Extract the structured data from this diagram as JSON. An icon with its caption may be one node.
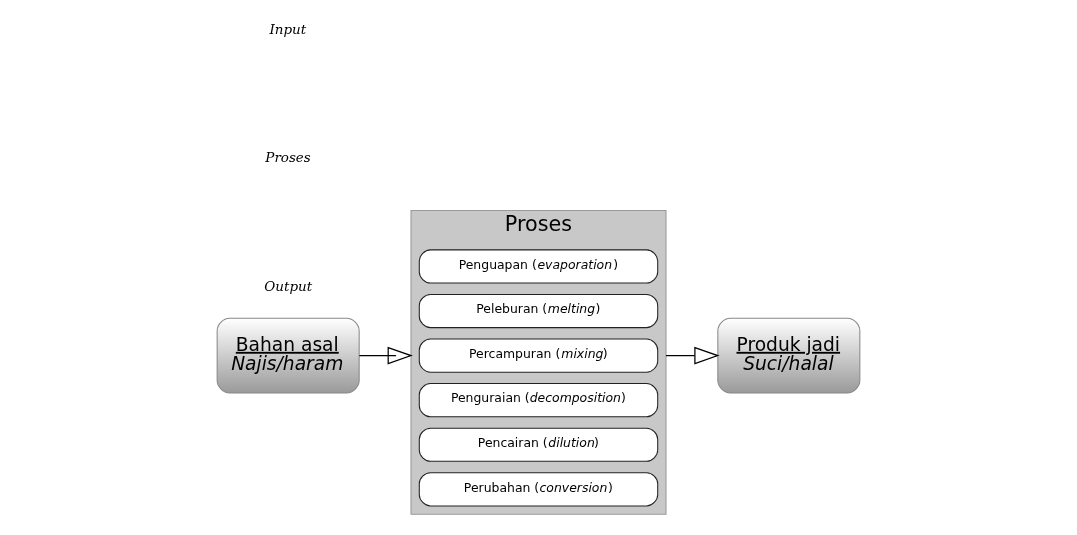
{
  "diagram": {
    "nodes": [
      {
        "text": [
          "Bahan asal",
          "Najis/haram"
        ]
      },
      {
        "text": [
          "Proses"
        ]
      },
      {
        "text": [
          "Perubahan (*conversion*)"
        ],
        "in": 1
      },
      {
        "text": [
          "Pencairan (*dilution*)"
        ],
        "in": 1
      },
      {
        "text": [
          "Penguraian (*decomposition*)"
        ],
        "in": 1
      },
      {
        "text": [
          "Percampuran (*mixing*)"
        ],
        "in": 1
      },
      {
        "text": [
          "Peleburan (*melting*)"
        ],
        "in": 1
      },
      {
        "text": [
          "Penguapan (*evaporation*)"
        ],
        "in": 1
      },
      {
        "text": [
          "Produk jadi",
          "Suci/halal"
        ]
      }
    ],
    "edges": [
      {
        "from": 0,
        "to": 1,
        "arrow": "to"
      },
      {
        "from": 1,
        "to": 8,
        "arrow": "to"
      }
    ],
    "labels": [
      "Input",
      "Proses",
      "Output"
    ]
  }
}
